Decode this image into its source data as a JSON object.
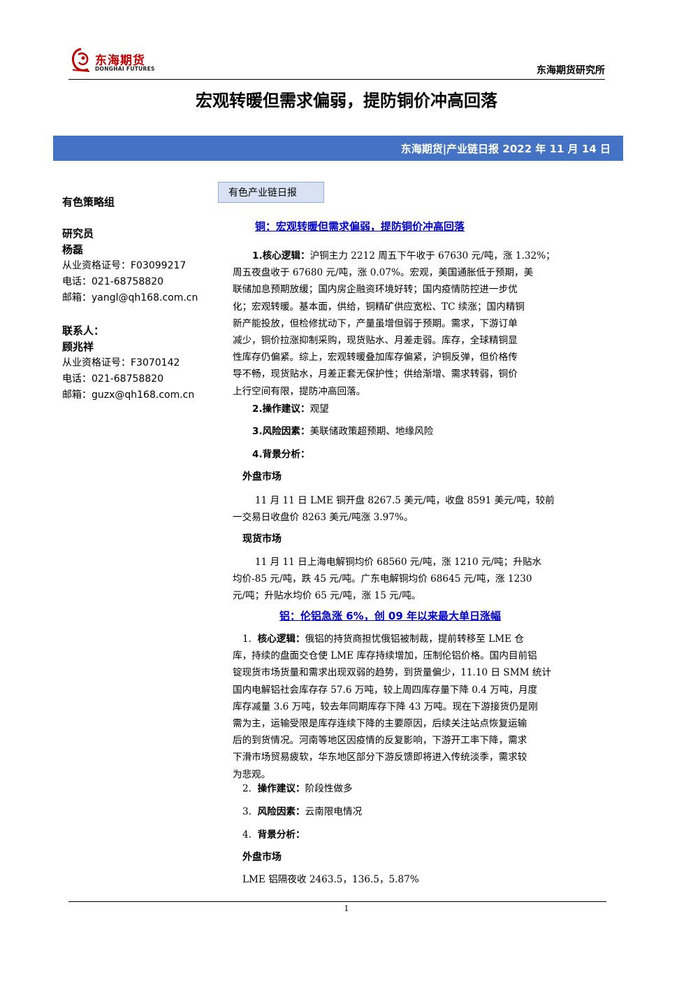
{
  "header": {
    "logo_cn": "东海期货",
    "logo_en": "DONGHAI FUTURES",
    "institute": "东海期货研究所"
  },
  "title": "宏观转暖但需求偏弱，提防铜价冲高回落",
  "banner": "东海期货|产业链日报 2022 年 11 月 14 日",
  "left": {
    "group": "有色策略组",
    "researcher_role": "研究员",
    "researcher_name": "杨磊",
    "researcher_cert": "从业资格证号：F03099217",
    "researcher_phone": "电话：021-68758820",
    "researcher_email": "邮箱：yangl@qh168.com.cn",
    "contact_role": "联系人：",
    "contact_name": "顾兆祥",
    "contact_cert": "从业资格证号：F3070142",
    "contact_phone": "电话：021-68758820",
    "contact_email": "邮箱：guzx@qh168.com.cn"
  },
  "tag": "有色产业链日报",
  "copper": {
    "title": "铜：宏观转暖但需求偏弱，提防铜价冲高回落",
    "logic_label": "1.核心逻辑：",
    "logic_lines": [
      "沪铜主力 2212 周五下午收于 67630 元/吨，涨 1.32%；",
      "周五夜盘收于 67680 元/吨，涨 0.07%。宏观，美国通胀低于预期，美",
      "联储加息预期放缓；国内房企融资环境好转；国内疫情防控进一步优",
      "化；宏观转暖。基本面，供给，铜精矿供应宽松、TC 续涨；国内精铜",
      "新产能投放，但检修扰动下，产量虽增但弱于预期。需求，下游订单",
      "减少，铜价拉涨抑制采购，现货贴水、月差走弱。库存，全球精铜显",
      "性库存仍偏紧。综上，宏观转暖叠加库存偏紧，沪铜反弹，但价格传",
      "导不畅，现货贴水，月差正套无保护性；供给渐增、需求转弱，铜价",
      "上行空间有限，提防冲高回落。"
    ],
    "advice_label": "2.操作建议：",
    "advice": "观望",
    "risk_label": "3.风险因素：",
    "risk": "美联储政策超预期、地缘风险",
    "bg_label": "4.背景分析：",
    "foreign_label": "外盘市场",
    "foreign_lines": [
      "11 月 11 日 LME 铜开盘 8267.5 美元/吨，收盘 8591 美元/吨，较前",
      "一交易日收盘价 8263 美元/吨涨 3.97%。"
    ],
    "spot_label": "现货市场",
    "spot_lines": [
      "11 月 11 日上海电解铜均价 68560 元/吨，涨 1210 元/吨；升贴水",
      "均价-85 元/吨，跌 45 元/吨。广东电解铜均价 68645 元/吨，涨 1230",
      "元/吨；升贴水均价 65 元/吨，涨 15 元/吨。"
    ]
  },
  "aluminum": {
    "title": "铝：伦铝急涨 6%，创 09 年以来最大单日涨幅",
    "logic_num": "1.",
    "logic_label": "核心逻辑：",
    "logic_lines": [
      "俄铝的持货商担忧俄铝被制裁，提前转移至 LME 仓",
      "库，持续的盘面交仓使 LME 库存持续增加，压制伦铝价格。国内目前铝",
      "锭现货市场货量和需求出现双弱的趋势，到货量偏少，11.10 日 SMM 统计",
      "国内电解铝社会库存存 57.6 万吨，较上周四库存量下降 0.4 万吨，月度",
      "库存减量 3.6 万吨，较去年同期库存下降 43 万吨。现在下游接货仍是刚",
      "需为主，运输受限是库存连续下降的主要原因，后续关注站点恢复运输",
      "后的到货情况。河南等地区因疫情的反复影响，下游开工率下降，需求",
      "下滑市场贸易疲软，华东地区部分下游反馈即将进入传统淡季，需求较",
      "为悲观。"
    ],
    "advice_num": "2.",
    "advice_label": "操作建议：",
    "advice": "阶段性做多",
    "risk_num": "3.",
    "risk_label": "风险因素：",
    "risk": "云南限电情况",
    "bg_num": "4.",
    "bg_label": "背景分析：",
    "foreign_label": "外盘市场",
    "foreign_line": "LME 铝隔夜收 2463.5，136.5，5.87%"
  },
  "footer": {
    "page": "1"
  }
}
